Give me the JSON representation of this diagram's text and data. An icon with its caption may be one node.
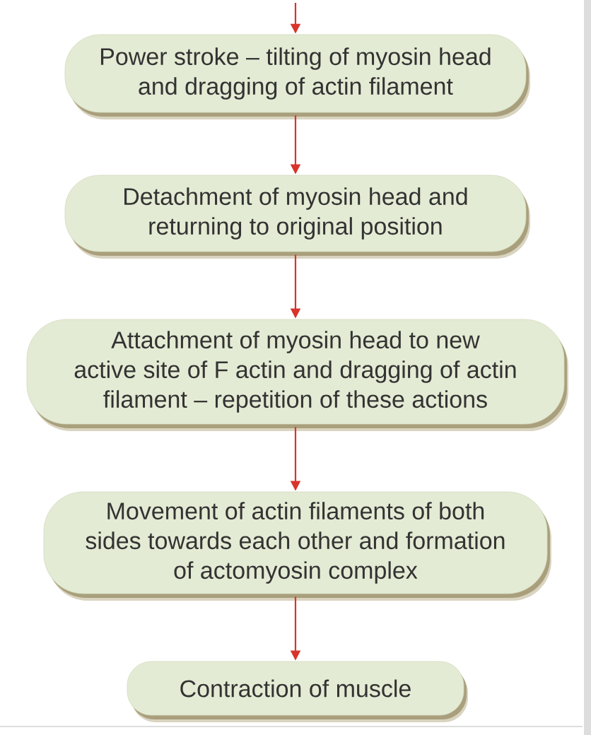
{
  "diagram": {
    "nodes": [
      {
        "text": [
          "Power stroke – tilting of myosin head and dragging of actin filament"
        ]
      },
      {
        "text": [
          "Detachment of myosin head and returning to original position"
        ]
      },
      {
        "text": [
          "Attachment of myosin head to new active site of F actin and dragging of actin filament – repetition of these actions"
        ]
      },
      {
        "text": [
          "Movement of actin filaments of both sides towards each other and formation of actomyosin complex"
        ]
      },
      {
        "text": [
          "Contraction of muscle"
        ]
      }
    ],
    "edges": [
      {
        "from": null,
        "to": 0,
        "arrow": "to"
      },
      {
        "from": 0,
        "to": 1,
        "arrow": "to"
      },
      {
        "from": 1,
        "to": 2,
        "arrow": "to"
      },
      {
        "from": 2,
        "to": 3,
        "arrow": "to"
      },
      {
        "from": 3,
        "to": 4,
        "arrow": "to"
      }
    ]
  }
}
